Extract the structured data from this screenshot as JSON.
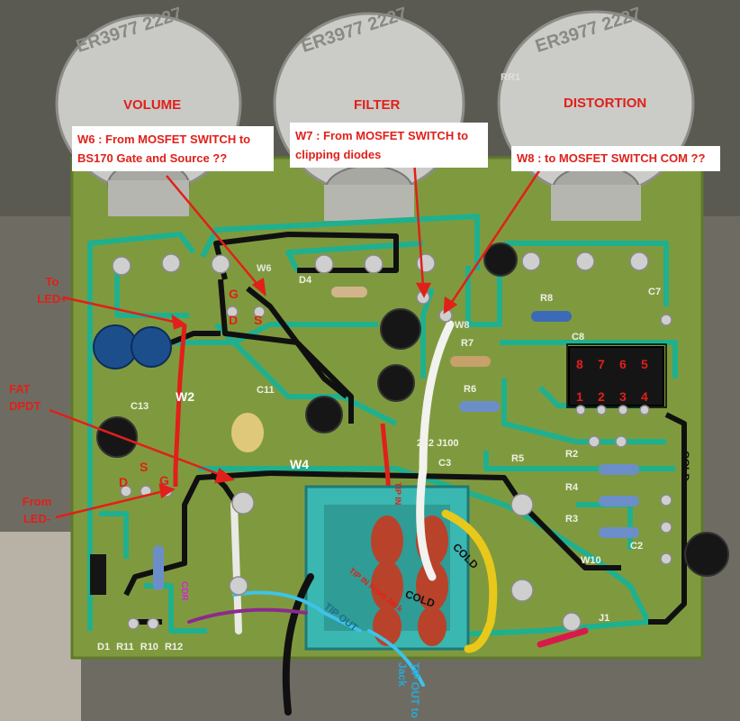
{
  "pots": {
    "volume": "VOLUME",
    "filter": "FILTER",
    "distortion": "DISTORTION",
    "marking": "ER3977 2227"
  },
  "notes": {
    "w6": "W6 : From MOSFET SWITCH to BS170 Gate and Source ??",
    "w7": "W7 : From MOSFET SWITCH to clipping diodes",
    "w8": "W8 : to MOSFET SWITCH COM ??"
  },
  "side_labels": {
    "led_plus": "To LED+",
    "fat_dpdt": "FAT DPDT",
    "led_minus": "From LED-"
  },
  "board_labels": {
    "w2": "W2",
    "w4": "W4",
    "w6_silk": "W6",
    "w8_silk": "W8",
    "g_top": "G",
    "d_top": "D",
    "s_top": "S",
    "d_left": "D",
    "s_left": "S",
    "g_left": "G",
    "cold_right": "COLD",
    "cold_mid": "COLD",
    "cold_switch": "COLD",
    "tip_out": "TIP OUT",
    "tip_in": "TIP IN From Jack",
    "tip_out_jack": "TIP OUT to Jack",
    "tip_vertical": "TIP IN",
    "cdr": "CDR"
  },
  "ic_pins": [
    "8",
    "7",
    "6",
    "5",
    "1",
    "2",
    "3",
    "4"
  ],
  "silkscreen": {
    "c13": "C13",
    "c11": "C11",
    "c8": "C8",
    "c7": "C7",
    "c3": "C3",
    "c2": "C2",
    "r8": "R8",
    "r7": "R7",
    "r6": "R6",
    "r5": "R5",
    "r2": "R2",
    "r4": "R4",
    "r3": "R3",
    "d4": "D4",
    "j1": "J1",
    "w10": "W10",
    "bottom": "D1   R11  R10  R12",
    "rr1": "RR1",
    "c12n": "2n2 J100"
  },
  "colors": {
    "pcb": "#7f9a3e",
    "trace": "#1fb08f",
    "wire_black": "#101010",
    "annotation_red": "#e0201a",
    "switch_teal": "#3ab7b0",
    "wire_yellow": "#e8c81a",
    "wire_cyan": "#3fc2e8",
    "wire_purple": "#8b2a8f"
  },
  "icons": [
    "potentiometer",
    "capacitor",
    "resistor",
    "ic-chip",
    "dpdt-switch"
  ]
}
